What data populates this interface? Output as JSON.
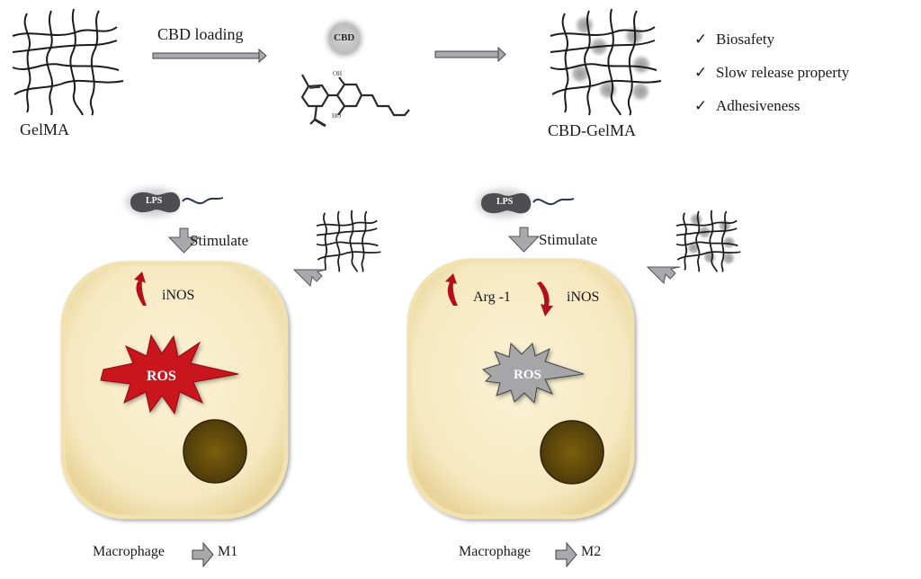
{
  "top": {
    "gelma_label": "GelMA",
    "loading_label": "CBD loading",
    "cbd_badge": "CBD",
    "cbd_oh_top": "OH",
    "cbd_oh_bottom": "HO",
    "product_label": "CBD-GelMA",
    "properties": [
      {
        "icon": "checkmark-icon",
        "glyph": "✓",
        "text": "Biosafety"
      },
      {
        "icon": "checkmark-icon",
        "glyph": "✓",
        "text": "Slow release property"
      },
      {
        "icon": "checkmark-icon",
        "glyph": "✓",
        "text": "Adhesiveness"
      }
    ]
  },
  "left_panel": {
    "lps_label": "LPS",
    "stimulate_label": "Stimulate",
    "inos_label": "iNOS",
    "inos_direction": "up",
    "ros_label": "ROS",
    "ros_color": "#c8121c",
    "macrophage_label": "Macrophage",
    "result_label": "M1"
  },
  "right_panel": {
    "lps_label": "LPS",
    "stimulate_label": "Stimulate",
    "arg_label": "Arg -1",
    "arg_direction": "up",
    "inos_label": "iNOS",
    "inos_direction": "down",
    "ros_label": "ROS",
    "ros_color": "#a6a6a8",
    "macrophage_label": "Macrophage",
    "result_label": "M2"
  },
  "colors": {
    "cell_fill": "#f8ecc8",
    "cell_edge": "#efdca4",
    "nucleus": "#6e5410",
    "arrow_gray": "#a9a9ad",
    "red_arrow": "#b3111a",
    "lps_body": "#4e4e50",
    "tail": "#2a3050"
  }
}
